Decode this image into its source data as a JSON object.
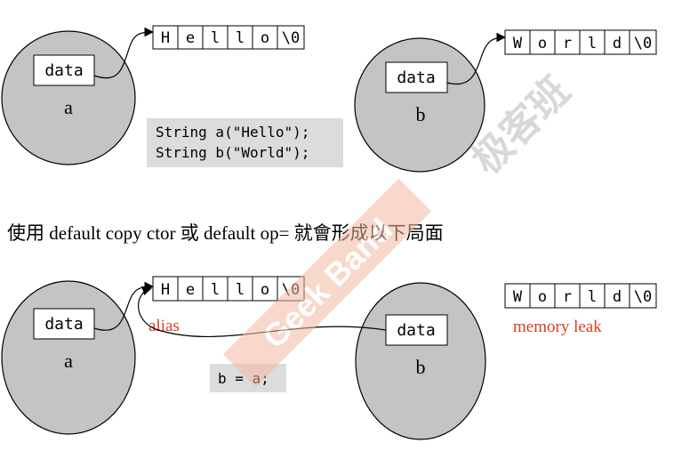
{
  "top": {
    "object_a": {
      "field": "data",
      "name": "a"
    },
    "object_b": {
      "field": "data",
      "name": "b"
    },
    "string_a_chars": [
      "H",
      "e",
      "l",
      "l",
      "o",
      "\\0"
    ],
    "string_b_chars": [
      "W",
      "o",
      "r",
      "l",
      "d",
      "\\0"
    ],
    "code_lines": [
      "String a(\"Hello\");",
      "String b(\"World\");"
    ]
  },
  "caption": "使用 default copy ctor 或 default op= 就會形成以下局面",
  "bottom": {
    "object_a": {
      "field": "data",
      "name": "a"
    },
    "object_b": {
      "field": "data",
      "name": "b"
    },
    "string_a_chars": [
      "H",
      "e",
      "l",
      "l",
      "o",
      "\\0"
    ],
    "string_b_chars": [
      "W",
      "o",
      "r",
      "l",
      "d",
      "\\0"
    ],
    "alias_label": "alias",
    "leak_label": "memory leak",
    "code_line": "b = a;"
  },
  "watermark": {
    "brand_text": "Geek Band",
    "cn_text": "极客班"
  },
  "colors": {
    "blob_fill": "#c4c4c4",
    "code_bg": "#dcdcdc",
    "annotation_red": "#d9401f",
    "watermark_band": "#f2b8a0"
  }
}
